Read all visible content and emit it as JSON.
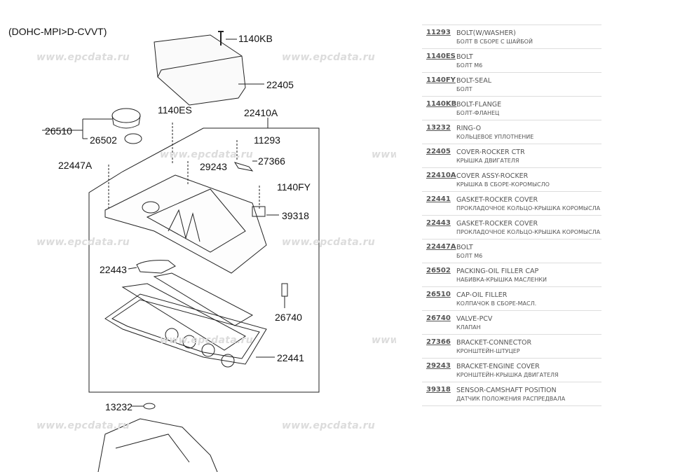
{
  "diagram": {
    "title": "(DOHC-MPI>D-CVVT)",
    "watermark": "www.epcdata.ru",
    "labels": {
      "l1140KB": "1140KB",
      "l22405": "22405",
      "l1140ES": "1140ES",
      "l22410A": "22410A",
      "l26510": "26510",
      "l26502": "26502",
      "l11293": "11293",
      "l27366": "27366",
      "l22447A": "22447A",
      "l29243": "29243",
      "l1140FY": "1140FY",
      "l39318": "39318",
      "l22443": "22443",
      "l26740": "26740",
      "l22441": "22441",
      "l13232": "13232"
    }
  },
  "parts": [
    {
      "number": "11293",
      "name": "BOLT(W/WASHER)",
      "name_ru": "БОЛТ В СБОРЕ С ШАЙБОЙ"
    },
    {
      "number": "1140ES",
      "name": "BOLT",
      "name_ru": "БОЛТ М6"
    },
    {
      "number": "1140FY",
      "name": "BOLT-SEAL",
      "name_ru": "БОЛТ"
    },
    {
      "number": "1140KB",
      "name": "BOLT-FLANGE",
      "name_ru": "БОЛТ-ФЛАНЕЦ"
    },
    {
      "number": "13232",
      "name": "RING-O",
      "name_ru": "КОЛЬЦЕВОЕ УПЛОТНЕНИЕ"
    },
    {
      "number": "22405",
      "name": "COVER-ROCKER CTR",
      "name_ru": "КРЫШКА ДВИГАТЕЛЯ"
    },
    {
      "number": "22410A",
      "name": "COVER ASSY-ROCKER",
      "name_ru": "КРЫШКА В СБОРЕ-КОРОМЫСЛО"
    },
    {
      "number": "22441",
      "name": "GASKET-ROCKER COVER",
      "name_ru": "ПРОКЛАДОЧНОЕ КОЛЬЦО-КРЫШКА КОРОМЫСЛА"
    },
    {
      "number": "22443",
      "name": "GASKET-ROCKER COVER",
      "name_ru": "ПРОКЛАДОЧНОЕ КОЛЬЦО-КРЫШКА КОРОМЫСЛА"
    },
    {
      "number": "22447A",
      "name": "BOLT",
      "name_ru": "БОЛТ М6"
    },
    {
      "number": "26502",
      "name": "PACKING-OIL FILLER CAP",
      "name_ru": "НАБИВКА-КРЫШКА МАСЛЕНКИ"
    },
    {
      "number": "26510",
      "name": "CAP-OIL FILLER",
      "name_ru": "КОЛПАЧОК В СБОРЕ-МАСЛ."
    },
    {
      "number": "26740",
      "name": "VALVE-PCV",
      "name_ru": "КЛАПАН"
    },
    {
      "number": "27366",
      "name": "BRACKET-CONNECTOR",
      "name_ru": "КРОНШТЕЙН-ШТУЦЕР"
    },
    {
      "number": "29243",
      "name": "BRACKET-ENGINE COVER",
      "name_ru": "КРОНШТЕЙН-КРЫШКА ДВИГАТЕЛЯ"
    },
    {
      "number": "39318",
      "name": "SENSOR-CAMSHAFT POSITION",
      "name_ru": "ДАТЧИК ПОЛОЖЕНИЯ РАСПРЕДВАЛА"
    }
  ]
}
